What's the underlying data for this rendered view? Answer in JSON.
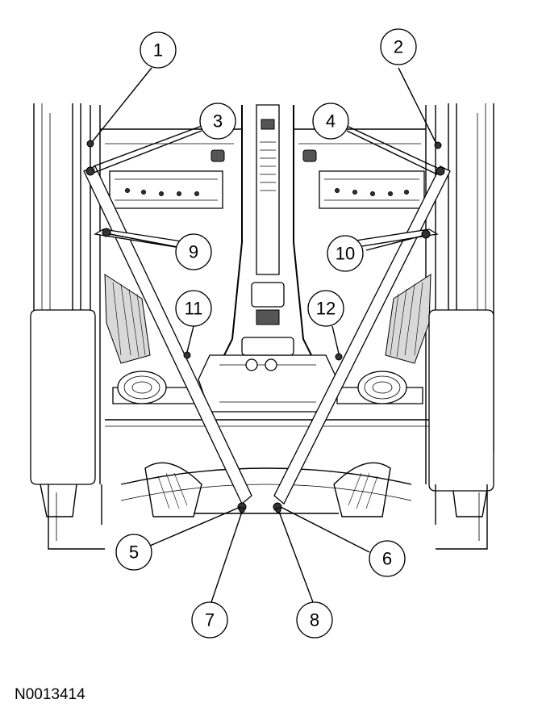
{
  "figure": {
    "code": "N0013414"
  },
  "callouts": [
    {
      "number": "1"
    },
    {
      "number": "2"
    },
    {
      "number": "3"
    },
    {
      "number": "4"
    },
    {
      "number": "5"
    },
    {
      "number": "6"
    },
    {
      "number": "7"
    },
    {
      "number": "8"
    },
    {
      "number": "9"
    },
    {
      "number": "10"
    },
    {
      "number": "11"
    },
    {
      "number": "12"
    }
  ]
}
